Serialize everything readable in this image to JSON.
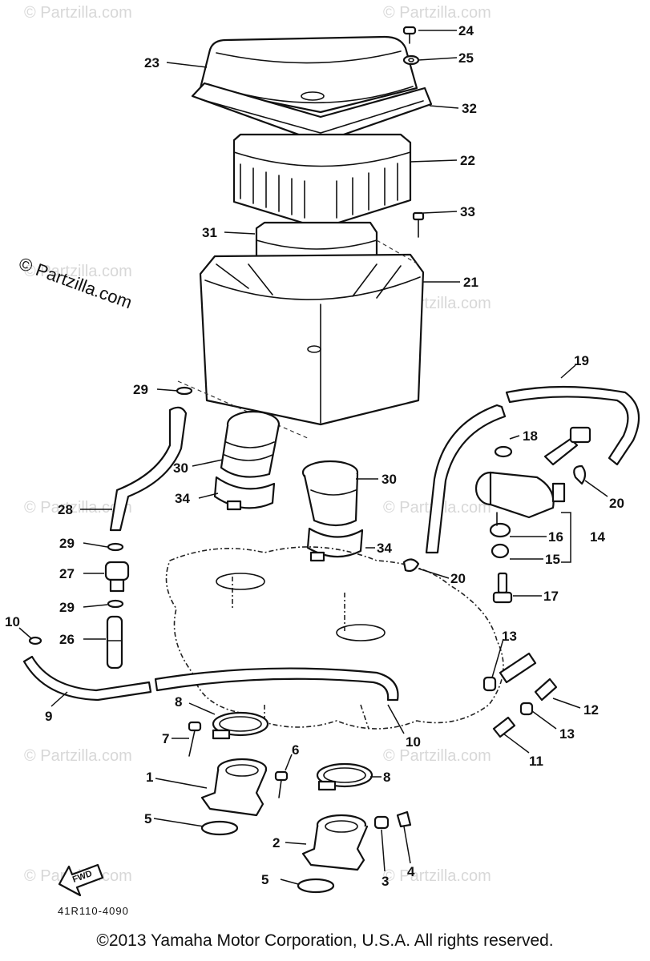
{
  "watermarks": [
    "© Partzilla.com",
    "© Partzilla.com",
    "© Partzilla.com",
    "© Partzilla.com",
    "© Partzilla.com",
    "© Partzilla.com",
    "© Partzilla.com",
    "© Partzilla.com",
    "© Partzilla.com",
    "© Partzilla.com"
  ],
  "side_watermark": "© Partzilla.com",
  "diagram_code": "41R110-4090",
  "fwd_arrow_text": "FWD",
  "callouts": [
    "24",
    "25",
    "23",
    "32",
    "22",
    "33",
    "31",
    "21",
    "29",
    "19",
    "18",
    "30",
    "30",
    "34",
    "34",
    "28",
    "20",
    "20",
    "16",
    "14",
    "15",
    "29",
    "27",
    "17",
    "29",
    "26",
    "10",
    "13",
    "9",
    "8",
    "12",
    "13",
    "7",
    "10",
    "11",
    "6",
    "1",
    "8",
    "5",
    "2",
    "3",
    "4",
    "5"
  ],
  "copyright": "©2013 Yamaha Motor Corporation, U.S.A. All rights reserved."
}
